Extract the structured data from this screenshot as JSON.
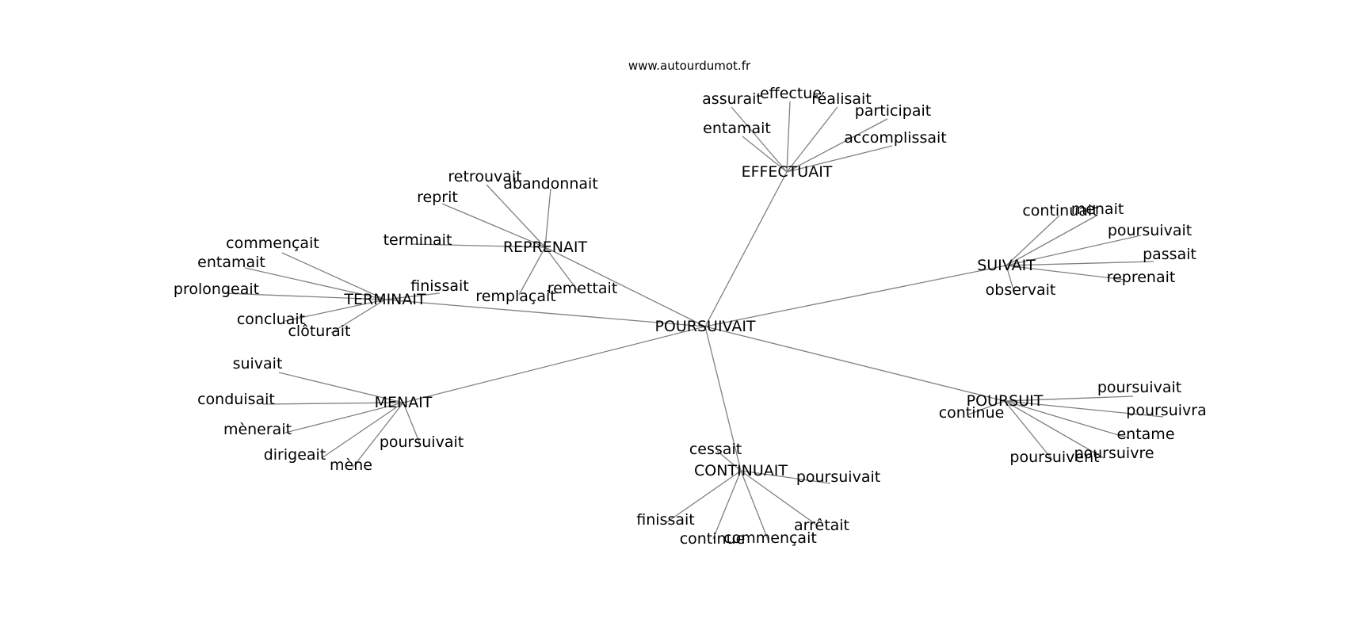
{
  "site_label": "www.autourdumot.fr",
  "graph": {
    "center": "POURSUIVAIT",
    "hubs": [
      {
        "id": "effectuait",
        "label": "EFFECTUAIT",
        "leaves": [
          "assurait",
          "effectue",
          "réalisait",
          "participait",
          "entamait",
          "accomplissait"
        ]
      },
      {
        "id": "reprenait",
        "label": "REPRENAIT",
        "leaves": [
          "retrouvait",
          "abandonnait",
          "reprit",
          "terminait",
          "remplaçait",
          "remettait"
        ]
      },
      {
        "id": "terminait",
        "label": "TERMINAIT",
        "leaves": [
          "commençait",
          "entamait",
          "prolongeait",
          "finissait",
          "concluait",
          "clôturait"
        ]
      },
      {
        "id": "suivait",
        "label": "SUIVAIT",
        "leaves": [
          "continuait",
          "menait",
          "poursuivait",
          "passait",
          "reprenait",
          "observait"
        ]
      },
      {
        "id": "menait",
        "label": "MENAIT",
        "leaves": [
          "suivait",
          "conduisait",
          "mènerait",
          "dirigeait",
          "mène",
          "poursuivait"
        ]
      },
      {
        "id": "poursuit",
        "label": "POURSUIT",
        "leaves": [
          "continue",
          "poursuivait",
          "poursuivra",
          "entame",
          "poursuivre",
          "poursuivent"
        ]
      },
      {
        "id": "continuait",
        "label": "CONTINUAIT",
        "leaves": [
          "cessait",
          "poursuivait",
          "finissait",
          "continue",
          "commençait",
          "arrêtait"
        ]
      }
    ]
  }
}
